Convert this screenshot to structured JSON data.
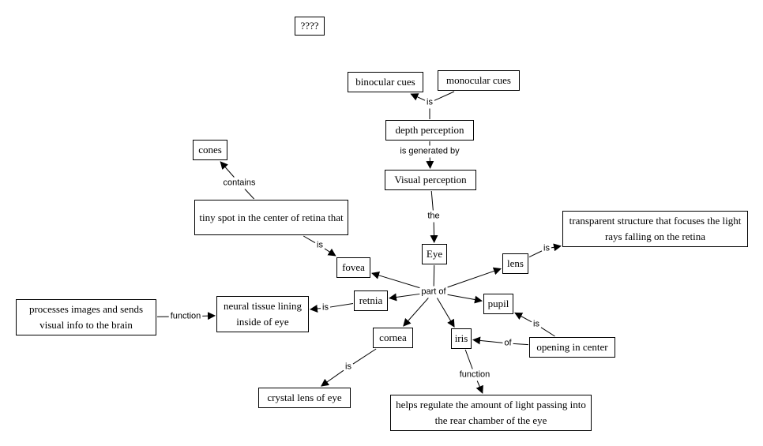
{
  "diagram": {
    "type": "concept-map",
    "nodes": {
      "unknown": "????",
      "binocular": "binocular cues",
      "monocular": "monocular cues",
      "depth": "depth perception",
      "visual": "Visual perception",
      "cones": "cones",
      "tinyspot": "tiny spot in the center of retina that",
      "fovea": "fovea",
      "eye": "Eye",
      "lens": "lens",
      "lensdef": "transparent structure that focuses the light rays falling on the retina",
      "retina": "retnia",
      "pupil": "pupil",
      "neural": "neural tissue lining inside of eye",
      "processes": "processes images and sends visual info to the brain",
      "cornea": "cornea",
      "iris": "iris",
      "opening": "opening in center",
      "crystal": "crystal lens of eye",
      "helps": "helps regulate the amount of light passing into the rear chamber of the eye"
    },
    "links": {
      "is_cues": "is",
      "generated": "is generated by",
      "the": "the",
      "contains": "contains",
      "is_fovea": "is",
      "partof": "part of",
      "is_lens": "is",
      "is_neural": "is",
      "function_neural": "function",
      "is_pupil": "is",
      "of_iris": "of",
      "is_cornea": "is",
      "function_iris": "function"
    },
    "edges": [
      {
        "from": "monocular",
        "via": "is_cues"
      },
      {
        "from": "is_cues",
        "to": "binocular"
      },
      {
        "from": "depth",
        "via": "is_cues"
      },
      {
        "from": "depth",
        "via": "generated"
      },
      {
        "from": "generated",
        "to": "visual"
      },
      {
        "from": "visual",
        "via": "the"
      },
      {
        "from": "the",
        "to": "eye"
      },
      {
        "from": "tinyspot",
        "via": "contains"
      },
      {
        "from": "contains",
        "to": "cones"
      },
      {
        "from": "tinyspot",
        "via": "is_fovea"
      },
      {
        "from": "is_fovea",
        "to": "fovea"
      },
      {
        "from": "eye",
        "via": "partof"
      },
      {
        "from": "partof",
        "to": "fovea"
      },
      {
        "from": "partof",
        "to": "retina"
      },
      {
        "from": "partof",
        "to": "lens"
      },
      {
        "from": "partof",
        "to": "pupil"
      },
      {
        "from": "partof",
        "to": "cornea"
      },
      {
        "from": "partof",
        "to": "iris"
      },
      {
        "from": "lens",
        "via": "is_lens"
      },
      {
        "from": "is_lens",
        "to": "lensdef"
      },
      {
        "from": "retina",
        "via": "is_neural"
      },
      {
        "from": "is_neural",
        "to": "neural"
      },
      {
        "from": "processes",
        "via": "function_neural"
      },
      {
        "from": "function_neural",
        "to": "neural"
      },
      {
        "from": "opening",
        "via": "is_pupil"
      },
      {
        "from": "is_pupil",
        "to": "pupil"
      },
      {
        "from": "opening",
        "via": "of_iris"
      },
      {
        "from": "of_iris",
        "to": "iris"
      },
      {
        "from": "cornea",
        "via": "is_cornea"
      },
      {
        "from": "is_cornea",
        "to": "crystal"
      },
      {
        "from": "iris",
        "via": "function_iris"
      },
      {
        "from": "function_iris",
        "to": "helps"
      }
    ]
  }
}
